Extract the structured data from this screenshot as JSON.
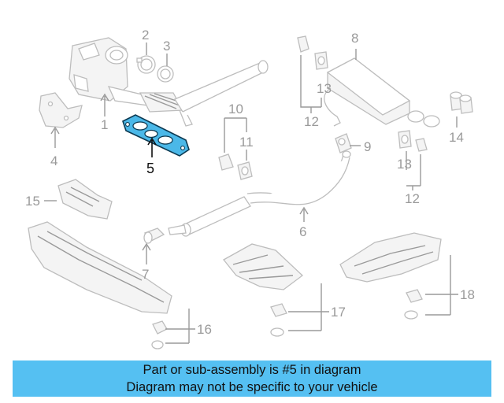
{
  "diagram": {
    "callouts": [
      {
        "id": "c1",
        "label": "1"
      },
      {
        "id": "c2",
        "label": "2"
      },
      {
        "id": "c3",
        "label": "3"
      },
      {
        "id": "c4",
        "label": "4"
      },
      {
        "id": "c5",
        "label": "5",
        "highlighted": true
      },
      {
        "id": "c6",
        "label": "6"
      },
      {
        "id": "c7",
        "label": "7"
      },
      {
        "id": "c8",
        "label": "8"
      },
      {
        "id": "c9",
        "label": "9"
      },
      {
        "id": "c10",
        "label": "10"
      },
      {
        "id": "c11",
        "label": "11"
      },
      {
        "id": "c12a",
        "label": "12"
      },
      {
        "id": "c12b",
        "label": "12"
      },
      {
        "id": "c13a",
        "label": "13"
      },
      {
        "id": "c13b",
        "label": "13"
      },
      {
        "id": "c14",
        "label": "14"
      },
      {
        "id": "c15",
        "label": "15"
      },
      {
        "id": "c16",
        "label": "16"
      },
      {
        "id": "c17",
        "label": "17"
      },
      {
        "id": "c18",
        "label": "18"
      }
    ],
    "colors": {
      "highlight": "#4bb8e8",
      "line": "#bdbdbd",
      "label": "#9a9a9a",
      "banner": "#55c0f2"
    }
  },
  "banner": {
    "line1": "Part or sub-assembly is #5 in diagram",
    "line2": "Diagram may not be specific to your vehicle"
  }
}
